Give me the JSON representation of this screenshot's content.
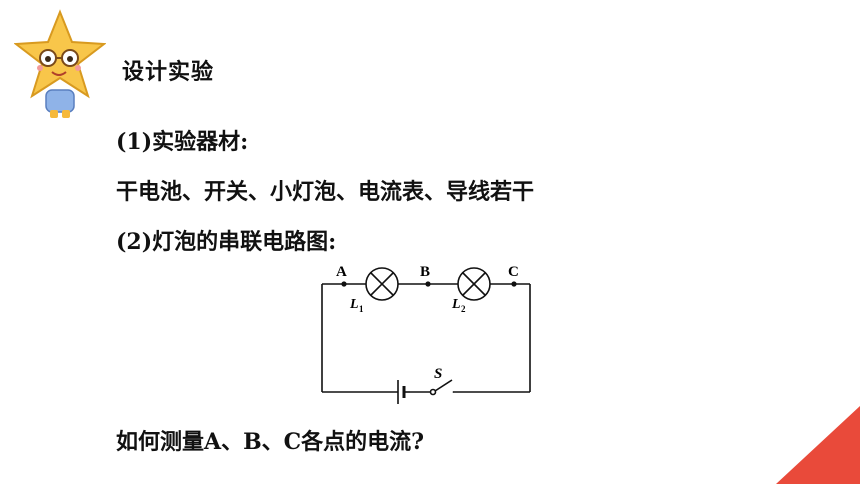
{
  "section_title": "设计实验",
  "equipment_heading": "(1)实验器材:",
  "equipment_list": "干电池、开关、小灯泡、电流表、导线若干",
  "diagram_heading": "(2)灯泡的串联电路图:",
  "question": "如何测量A、B、C各点的电流?",
  "circuit": {
    "point_a": "A",
    "point_b": "B",
    "point_c": "C",
    "lamp1_label": "L",
    "lamp1_sub": "1",
    "lamp2_label": "L",
    "lamp2_sub": "2",
    "switch_label": "S"
  },
  "colors": {
    "accent": "#e94a3a",
    "mascot_body": "#f6b93b"
  }
}
